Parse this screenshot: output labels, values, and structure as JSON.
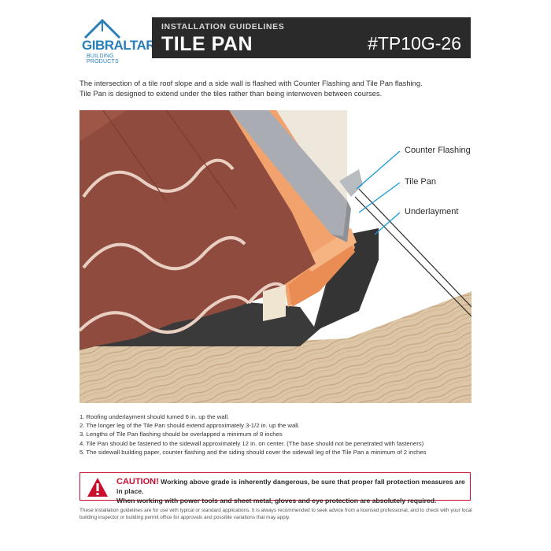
{
  "logo": {
    "name": "GIBRALTAR",
    "subtitle": "BUILDING PRODUCTS",
    "accent_color": "#2a7fb8"
  },
  "header": {
    "eyebrow": "INSTALLATION GUIDELINES",
    "title": "TILE PAN",
    "code": "#TP10G-26",
    "background": "#2a2a2a"
  },
  "intro": {
    "line1": "The intersection of a tile roof slope and a side wall is flashed with Counter Flashing and Tile Pan flashing.",
    "line2": "Tile Pan is designed to extend under the tiles rather than being interwoven between courses."
  },
  "diagram": {
    "labels": {
      "counter_flashing": "Counter Flashing",
      "tile_pan": "Tile Pan",
      "underlayment": "Underlayment"
    },
    "colors": {
      "tile": "#8f4b3e",
      "tile_pan": "#f2a36d",
      "underlayment": "#3a3a3a",
      "counter_flashing": "#a9adb3",
      "wood": "#d9c3a3",
      "leader": "#1a9bd7"
    }
  },
  "steps": [
    "1. Roofing underlayment should turned 6 in. up the wall.",
    "2. The longer leg of the Tile Pan should extend approximately 3-1/2 in. up the wall.",
    "3. Lengths of Tile Pan flashing should be overlapped a minimum of 8 inches",
    "4. Tile Pan should be fastened to the sidewall approximately 12 in. on center. (The base should not be penetrated with fasteners)",
    "5.  The sidewall building paper, counter flashing and the siding should cover the sidewall leg of the Tile Pan a minimum of 2 inches"
  ],
  "caution": {
    "word": "CAUTION!",
    "line1": " Working above grade is inherently dangerous, be sure that proper fall protection measures are in place.",
    "line2": "When working with power tools and sheet metal, gloves and eye protection are absolutely required.",
    "color": "#c8102e"
  },
  "footer": {
    "text": "These installation guidelines are for use with typical or standard applications. It is always recommended to seek advice from a licensed professional, and to check with your local building inspector or building permit office for approvals and possible variations that may apply."
  }
}
